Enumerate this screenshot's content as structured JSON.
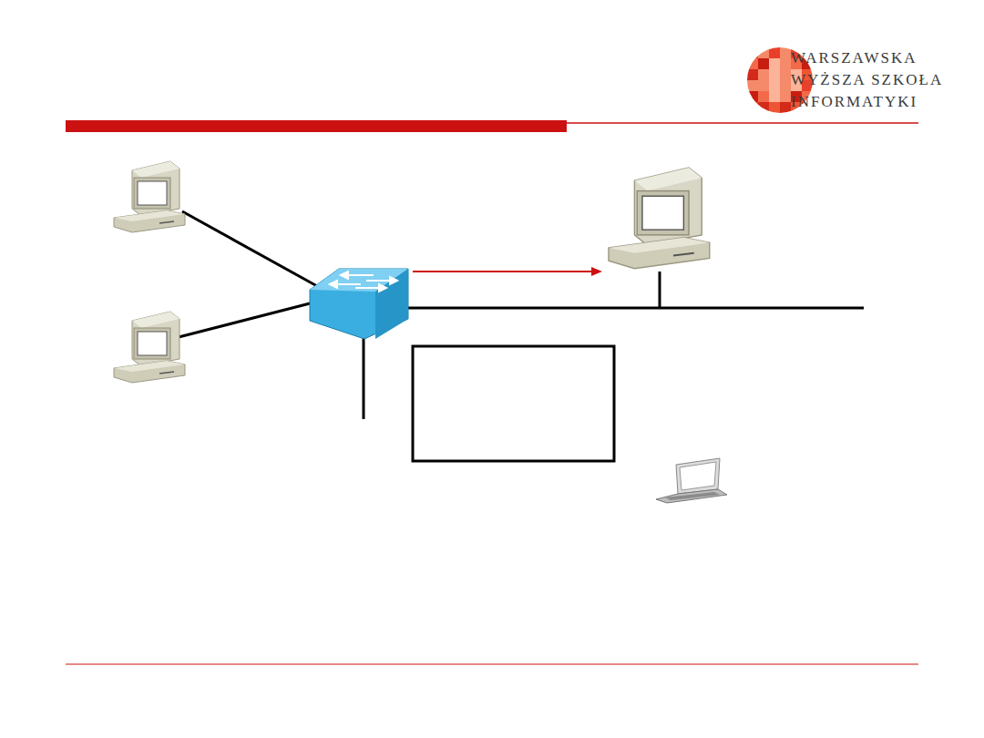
{
  "diagram": {
    "labels": [
      "WARSZAWSKA",
      "WYŻSZA SZKOŁA",
      "INFORMATYKI"
    ]
  }
}
